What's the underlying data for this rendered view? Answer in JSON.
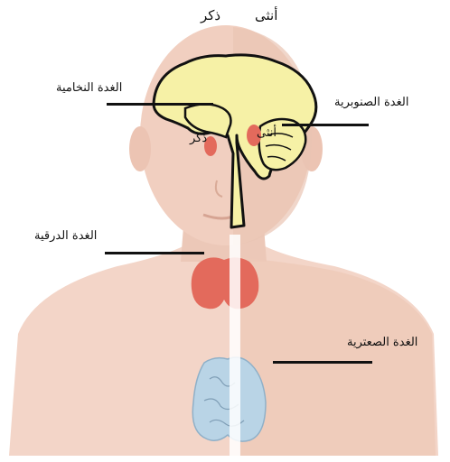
{
  "labels": {
    "top_female": "أنثى",
    "top_male": "ذكر",
    "pituitary": "الغدة النخامية",
    "pineal": "الغدة الصنوبرية",
    "thyroid": "الغدة الدرقية",
    "thymus": "الغدة الصعترية",
    "brain_female": "أنثى",
    "brain_male": "ذكر"
  },
  "colors": {
    "skin": "#f3d5c8",
    "skin_shadow": "#e7c0ae",
    "brain": "#f6f1a6",
    "brain_outline": "#111111",
    "gland": "#e36a5c",
    "thymus": "#b9d4e6",
    "divider": "#ffffff"
  }
}
